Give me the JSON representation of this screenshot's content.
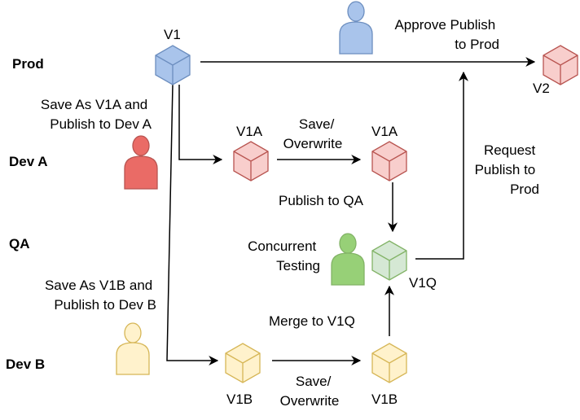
{
  "lanes": {
    "prod": "Prod",
    "dev_a": "Dev A",
    "qa": "QA",
    "dev_b": "Dev B"
  },
  "versions": {
    "v1": "V1",
    "v2": "V2",
    "v1a_first": "V1A",
    "v1a_second": "V1A",
    "v1q": "V1Q",
    "v1b_first": "V1B",
    "v1b_second": "V1B"
  },
  "annotations": {
    "approve": [
      "Approve Publish",
      "to Prod"
    ],
    "save_v1a": [
      "Save As V1A and",
      "Publish to Dev A"
    ],
    "save_overwrite_a": [
      "Save/",
      "Overwrite"
    ],
    "request_publish": [
      "Request",
      "Publish to",
      "Prod"
    ],
    "publish_qa": "Publish to QA",
    "concurrent": [
      "Concurrent",
      "Testing"
    ],
    "save_v1b": [
      "Save As V1B and",
      "Publish to Dev B"
    ],
    "merge": "Merge to V1Q",
    "save_overwrite_b": [
      "Save/",
      "Overwrite"
    ]
  },
  "colors": {
    "blue_fill": "#a9c4eb",
    "blue_stroke": "#6c8ebf",
    "red_fill": "#f8cecc",
    "red_stroke": "#b85450",
    "red_person": "#ea6b66",
    "green_fill": "#d5e8d4",
    "green_stroke": "#82b366",
    "green_person": "#97d077",
    "yellow_fill": "#fff2cc",
    "yellow_stroke": "#d6b656"
  }
}
